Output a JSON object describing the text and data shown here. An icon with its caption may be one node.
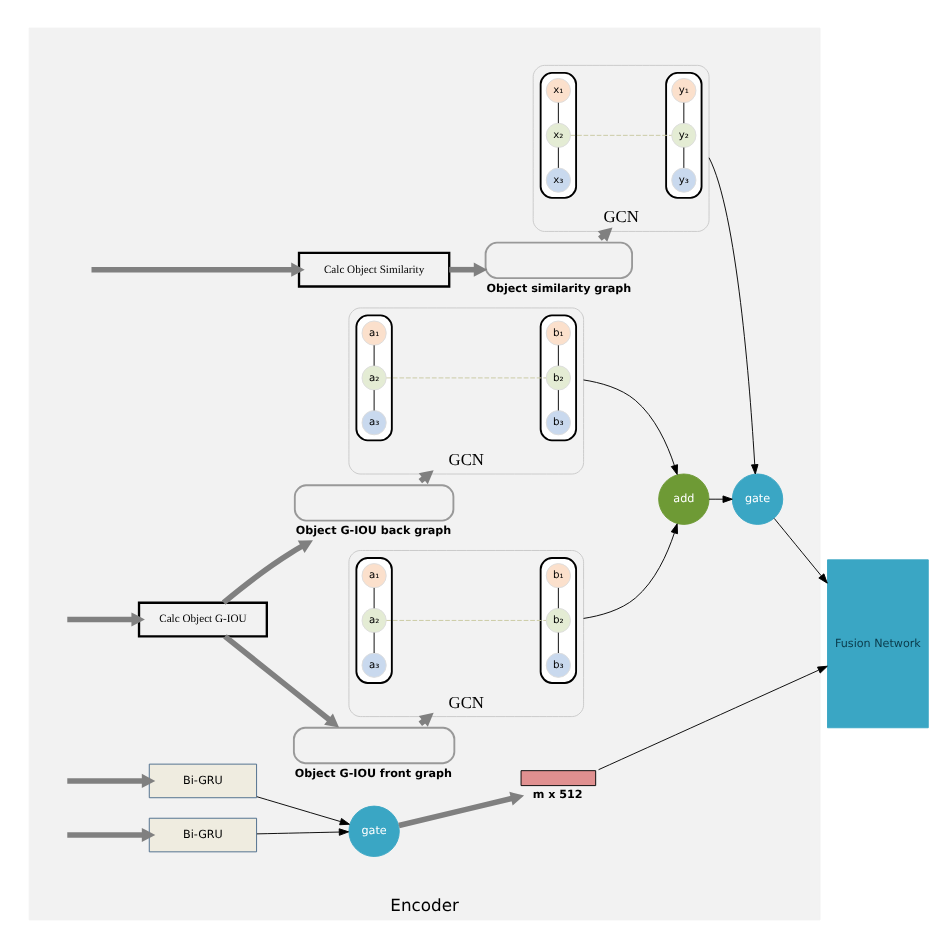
{
  "diagram": {
    "nodes": [
      {
        "text": [
          "Encoder"
        ]
      },
      {
        "text": [
          "Calc Object Similarity"
        ],
        "in": 0
      },
      {
        "text": [],
        "shape": "box",
        "beside": [
          "Object similarity graph"
        ],
        "in": 0
      },
      {
        "text": [
          "GCN"
        ],
        "in": 0
      },
      {
        "text": [],
        "shape": "box",
        "in": 3
      },
      {
        "text": [
          "x₁"
        ],
        "in": 4
      },
      {
        "text": [
          "x₂"
        ],
        "in": 4
      },
      {
        "text": [
          "x₃"
        ],
        "in": 4
      },
      {
        "text": [],
        "shape": "box",
        "in": 3
      },
      {
        "text": [
          "y₁"
        ],
        "in": 8
      },
      {
        "text": [
          "y₂"
        ],
        "in": 8
      },
      {
        "text": [
          "y₃"
        ],
        "in": 8
      },
      {
        "text": [
          "gate"
        ],
        "in": 0
      },
      {
        "text": [
          "Calc Object G-IOU"
        ],
        "in": 0
      },
      {
        "text": [],
        "shape": "box",
        "beside": [
          "Object G-IOU front graph"
        ],
        "in": 0
      },
      {
        "text": [
          "GCN"
        ],
        "in": 0
      },
      {
        "text": [],
        "shape": "box",
        "in": 15
      },
      {
        "text": [
          "a₁"
        ],
        "in": 16
      },
      {
        "text": [
          "a₂"
        ],
        "in": 16
      },
      {
        "text": [
          "a₃"
        ],
        "in": 16
      },
      {
        "text": [],
        "shape": "box",
        "in": 15
      },
      {
        "text": [
          "b₁"
        ],
        "in": 20
      },
      {
        "text": [
          "b₂"
        ],
        "in": 20
      },
      {
        "text": [
          "b₃"
        ],
        "in": 20
      },
      {
        "text": [],
        "shape": "box",
        "beside": [
          "Object G-IOU back graph"
        ],
        "in": 0
      },
      {
        "text": [
          "GCN"
        ],
        "in": 0
      },
      {
        "text": [],
        "shape": "box",
        "in": 25
      },
      {
        "text": [
          "a₁"
        ],
        "in": 26
      },
      {
        "text": [
          "a₂"
        ],
        "in": 26
      },
      {
        "text": [
          "a₃"
        ],
        "in": 26
      },
      {
        "text": [],
        "shape": "box",
        "in": 25
      },
      {
        "text": [
          "b₁"
        ],
        "in": 30
      },
      {
        "text": [
          "b₂"
        ],
        "in": 30
      },
      {
        "text": [
          "b₃"
        ],
        "in": 30
      },
      {
        "text": [
          "add"
        ],
        "in": 0
      },
      {
        "text": [
          "Bi-GRU"
        ],
        "in": 0
      },
      {
        "text": [
          "Bi-GRU"
        ],
        "in": 0
      },
      {
        "text": [
          "gate"
        ],
        "in": 0
      },
      {
        "text": [],
        "shape": "bar",
        "beside": [
          "m x 512"
        ],
        "in": 0
      },
      {
        "text": [
          "Fusion Network"
        ]
      }
    ],
    "edges": [
      {
        "from": null,
        "to": 1,
        "arrow": "to",
        "style": "thick",
        "color": "#808080"
      },
      {
        "from": 1,
        "to": 2,
        "arrow": "to",
        "style": "thick",
        "color": "#808080"
      },
      {
        "from": 2,
        "to": 3,
        "arrow": "to",
        "style": "thick",
        "color": "#808080"
      },
      {
        "from": 5,
        "to": 6,
        "arrow": "none"
      },
      {
        "from": 6,
        "to": 7,
        "arrow": "none"
      },
      {
        "from": 9,
        "to": 10,
        "arrow": "none"
      },
      {
        "from": 10,
        "to": 11,
        "arrow": "none"
      },
      {
        "from": 6,
        "to": 10,
        "arrow": "none",
        "style": "dashed",
        "color": "#c8c8a0"
      },
      {
        "from": 3,
        "to": 12,
        "arrow": "to"
      },
      {
        "from": null,
        "to": 13,
        "arrow": "to",
        "style": "thick",
        "color": "#808080"
      },
      {
        "from": 13,
        "to": 14,
        "arrow": "to",
        "style": "thick",
        "color": "#808080"
      },
      {
        "from": 14,
        "to": 15,
        "arrow": "to",
        "style": "thick",
        "color": "#808080"
      },
      {
        "from": 17,
        "to": 18,
        "arrow": "none"
      },
      {
        "from": 18,
        "to": 19,
        "arrow": "none"
      },
      {
        "from": 21,
        "to": 22,
        "arrow": "none"
      },
      {
        "from": 22,
        "to": 23,
        "arrow": "none"
      },
      {
        "from": 18,
        "to": 22,
        "arrow": "none",
        "style": "dashed",
        "color": "#c8c8a0"
      },
      {
        "from": 15,
        "to": 34,
        "arrow": "to"
      },
      {
        "from": 13,
        "to": 24,
        "arrow": "to",
        "style": "thick",
        "color": "#808080"
      },
      {
        "from": 24,
        "to": 25,
        "arrow": "to",
        "style": "thick",
        "color": "#808080"
      },
      {
        "from": 27,
        "to": 28,
        "arrow": "none"
      },
      {
        "from": 28,
        "to": 29,
        "arrow": "none"
      },
      {
        "from": 31,
        "to": 32,
        "arrow": "none"
      },
      {
        "from": 32,
        "to": 33,
        "arrow": "none"
      },
      {
        "from": 28,
        "to": 32,
        "arrow": "none",
        "style": "dashed",
        "color": "#c8c8a0"
      },
      {
        "from": 25,
        "to": 34,
        "arrow": "to"
      },
      {
        "from": 34,
        "to": 12,
        "arrow": "to"
      },
      {
        "from": 12,
        "to": 39,
        "arrow": "to"
      },
      {
        "from": null,
        "to": 35,
        "arrow": "to",
        "style": "thick",
        "color": "#808080"
      },
      {
        "from": null,
        "to": 36,
        "arrow": "to",
        "style": "thick",
        "color": "#808080"
      },
      {
        "from": 35,
        "to": 37,
        "arrow": "to"
      },
      {
        "from": 36,
        "to": 37,
        "arrow": "to"
      },
      {
        "from": 37,
        "to": 38,
        "arrow": "to",
        "style": "thick",
        "color": "#808080"
      },
      {
        "from": 38,
        "to": 39,
        "arrow": "to"
      }
    ]
  }
}
